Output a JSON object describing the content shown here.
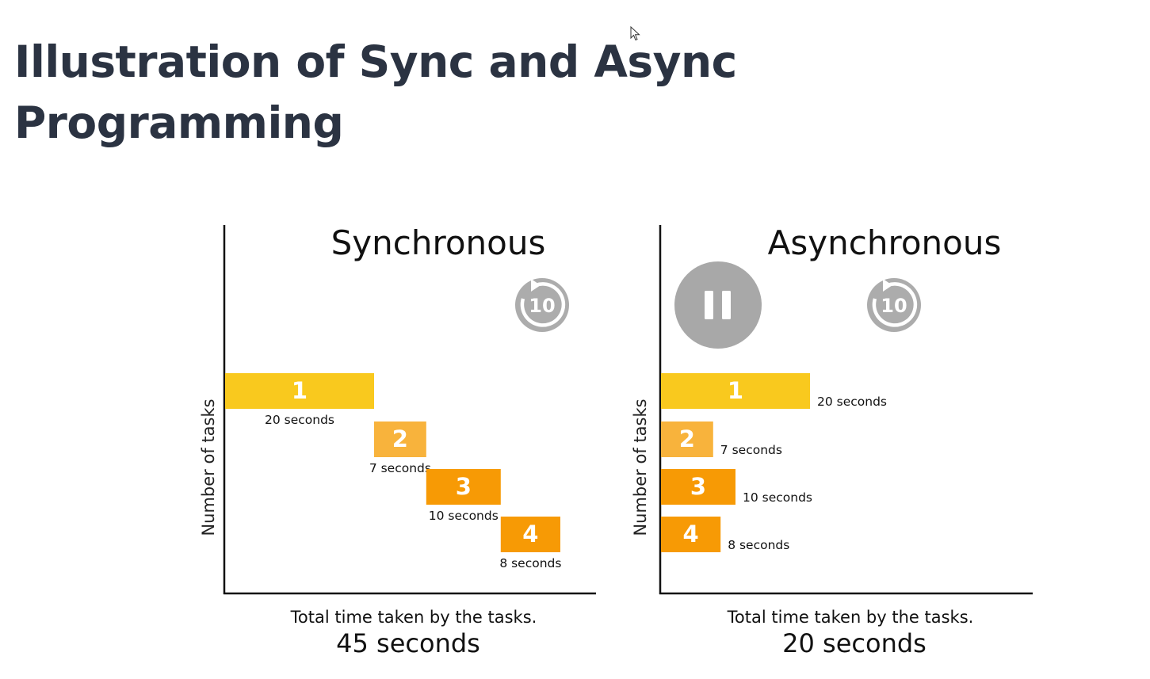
{
  "slide": {
    "title_line1": "Illustration of Sync and Async",
    "title_line2": "Programming"
  },
  "colors": {
    "title": "#2b3342",
    "task1": "#f9c91e",
    "task2": "#f8b33c",
    "task3": "#f79a05",
    "task4": "#f79a05",
    "player_control": "#9e9e9e"
  },
  "player": {
    "pause_icon": "pause-icon",
    "replay_icon": "replay-10-icon",
    "replay_label": "10"
  },
  "chart_data": [
    {
      "type": "bar",
      "title": "Synchronous",
      "ylabel": "Number of tasks",
      "caption": "Total time taken by the tasks.",
      "total_label": "45 seconds",
      "total_seconds": 45,
      "tasks": [
        {
          "label": "1",
          "start": 0,
          "duration": 20,
          "duration_label": "20 seconds"
        },
        {
          "label": "2",
          "start": 20,
          "duration": 7,
          "duration_label": "7 seconds"
        },
        {
          "label": "3",
          "start": 27,
          "duration": 10,
          "duration_label": "10 seconds"
        },
        {
          "label": "4",
          "start": 37,
          "duration": 8,
          "duration_label": "8 seconds"
        }
      ]
    },
    {
      "type": "bar",
      "title": "Asynchronous",
      "ylabel": "Number of tasks",
      "caption": "Total time taken by the tasks.",
      "total_label": "20 seconds",
      "total_seconds": 20,
      "tasks": [
        {
          "label": "1",
          "start": 0,
          "duration": 20,
          "duration_label": "20 seconds"
        },
        {
          "label": "2",
          "start": 0,
          "duration": 7,
          "duration_label": "7 seconds"
        },
        {
          "label": "3",
          "start": 0,
          "duration": 10,
          "duration_label": "10 seconds"
        },
        {
          "label": "4",
          "start": 0,
          "duration": 8,
          "duration_label": "8 seconds"
        }
      ]
    }
  ]
}
